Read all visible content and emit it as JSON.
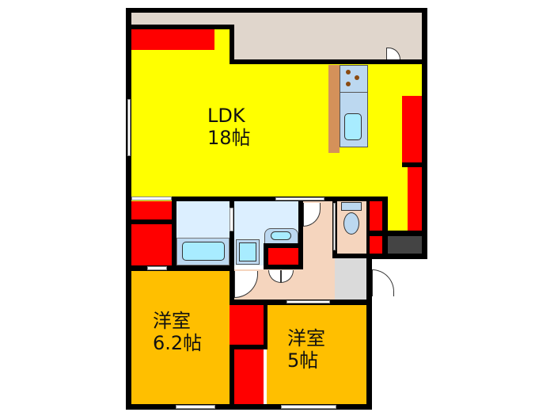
{
  "floorplan": {
    "rooms": [
      {
        "id": "ldk",
        "name": "LDK",
        "size": "18帖",
        "color": "#ffff00"
      },
      {
        "id": "western-1",
        "name": "洋室",
        "size": "6.2帖",
        "color": "#ffbf00"
      },
      {
        "id": "western-2",
        "name": "洋室",
        "size": "5帖",
        "color": "#ffbf00"
      },
      {
        "id": "balcony",
        "name": "",
        "color": "#e0d6cc"
      },
      {
        "id": "bathroom",
        "name": "",
        "color": "#dcefff"
      },
      {
        "id": "washroom",
        "name": "",
        "color": "#dcefff"
      },
      {
        "id": "hallway",
        "name": "",
        "color": "#f5d5be"
      },
      {
        "id": "toilet",
        "name": "",
        "color": "#f5d5be"
      },
      {
        "id": "genkan",
        "name": "",
        "color": "#dadada"
      }
    ],
    "colors": {
      "wall": "#000000",
      "storage": "#ff0000",
      "ldk": "#ffff00",
      "bedroom": "#ffbf00",
      "balcony": "#e0d6cc",
      "wet_area": "#dcefff",
      "fixture": "#bfe6ff",
      "hallway": "#f5d5be",
      "genkan": "#dadada",
      "counter_bar": "#d4915a",
      "stove_burner": "#8a4a10",
      "dark_block": "#444444"
    }
  }
}
